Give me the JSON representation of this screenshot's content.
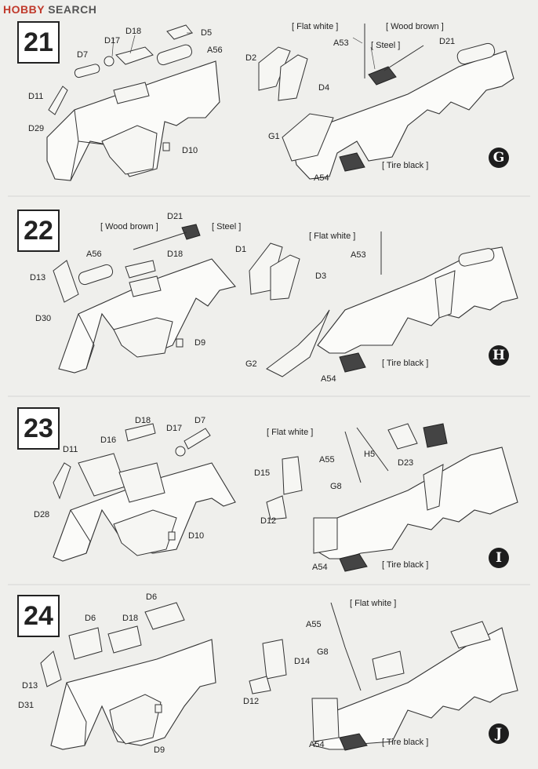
{
  "watermark": {
    "hobby": "HOBBY",
    "search": "SEARCH"
  },
  "steps": [
    {
      "number": "21",
      "variant": "G",
      "left_parts": [
        "D18",
        "D5",
        "D17",
        "D7",
        "A56",
        "D11",
        "D29",
        "D10"
      ],
      "right_parts": [
        "A53",
        "D21",
        "D2",
        "D4",
        "G1",
        "A54"
      ],
      "paints": [
        "[ Flat white ]",
        "[ Wood brown ]",
        "[ Steel ]",
        "[ Tire black ]"
      ]
    },
    {
      "number": "22",
      "variant": "H",
      "left_parts": [
        "D21",
        "A56",
        "D18",
        "D13",
        "D30",
        "D9"
      ],
      "right_parts": [
        "D1",
        "D3",
        "A53",
        "G2",
        "A54"
      ],
      "paints": [
        "[ Wood brown ]",
        "[ Steel ]",
        "[ Flat white ]",
        "[ Tire black ]"
      ]
    },
    {
      "number": "23",
      "variant": "I",
      "left_parts": [
        "D18",
        "D16",
        "D17",
        "D7",
        "D11",
        "D28",
        "D10"
      ],
      "right_parts": [
        "H5",
        "A55",
        "G8",
        "D15",
        "D23",
        "D12",
        "A54"
      ],
      "paints": [
        "[ Flat white ]",
        "[ Tire black ]"
      ]
    },
    {
      "number": "24",
      "variant": "J",
      "left_parts": [
        "D6",
        "D6",
        "D18",
        "D13",
        "D31",
        "D9"
      ],
      "right_parts": [
        "A55",
        "G8",
        "D14",
        "D12",
        "A54"
      ],
      "paints": [
        "[ Flat white ]",
        "[ Tire black ]"
      ]
    }
  ]
}
